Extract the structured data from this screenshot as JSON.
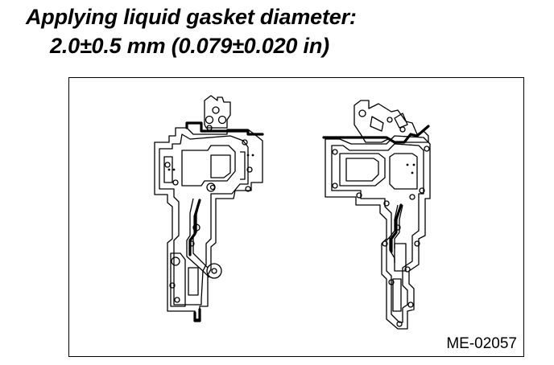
{
  "heading": {
    "line1": "Applying liquid gasket diameter:",
    "line2": "2.0±0.5 mm (0.079±0.020 in)"
  },
  "figure": {
    "code": "ME-02057"
  }
}
